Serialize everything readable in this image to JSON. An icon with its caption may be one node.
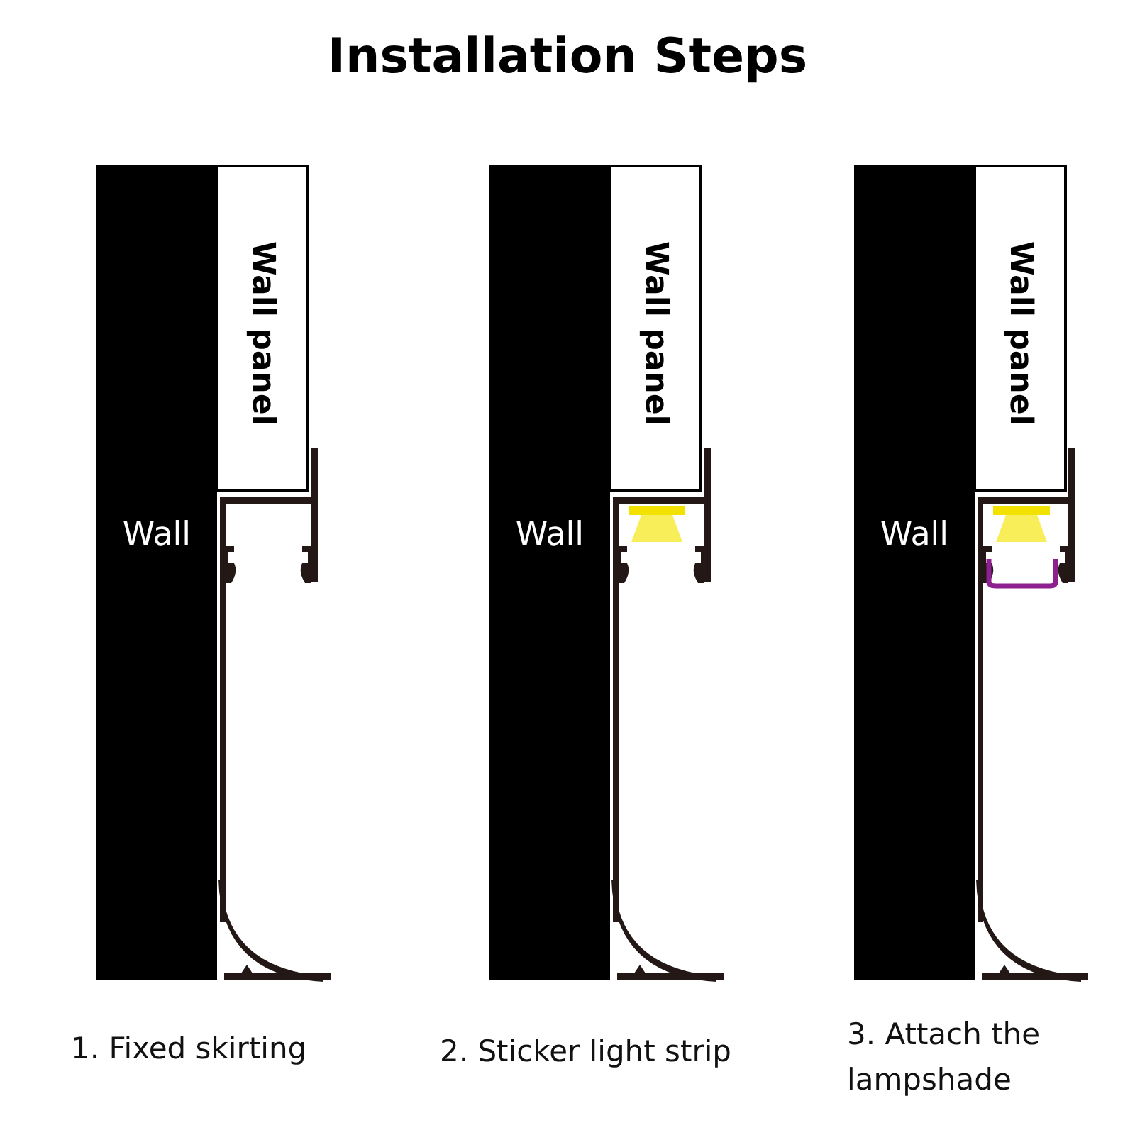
{
  "diagram": {
    "title": "Installation Steps",
    "nodes": [
      {
        "text": [
          "Wall"
        ]
      },
      {
        "text": [
          "Wall panel"
        ]
      },
      {
        "text": [
          "Wall"
        ]
      },
      {
        "text": [
          "Wall panel"
        ]
      },
      {
        "text": [
          "Wall"
        ]
      },
      {
        "text": [
          "Wall panel"
        ]
      }
    ],
    "labels": [
      "1. Fixed skirting",
      "2. Sticker light strip",
      "3. Attach the lampshade"
    ]
  }
}
